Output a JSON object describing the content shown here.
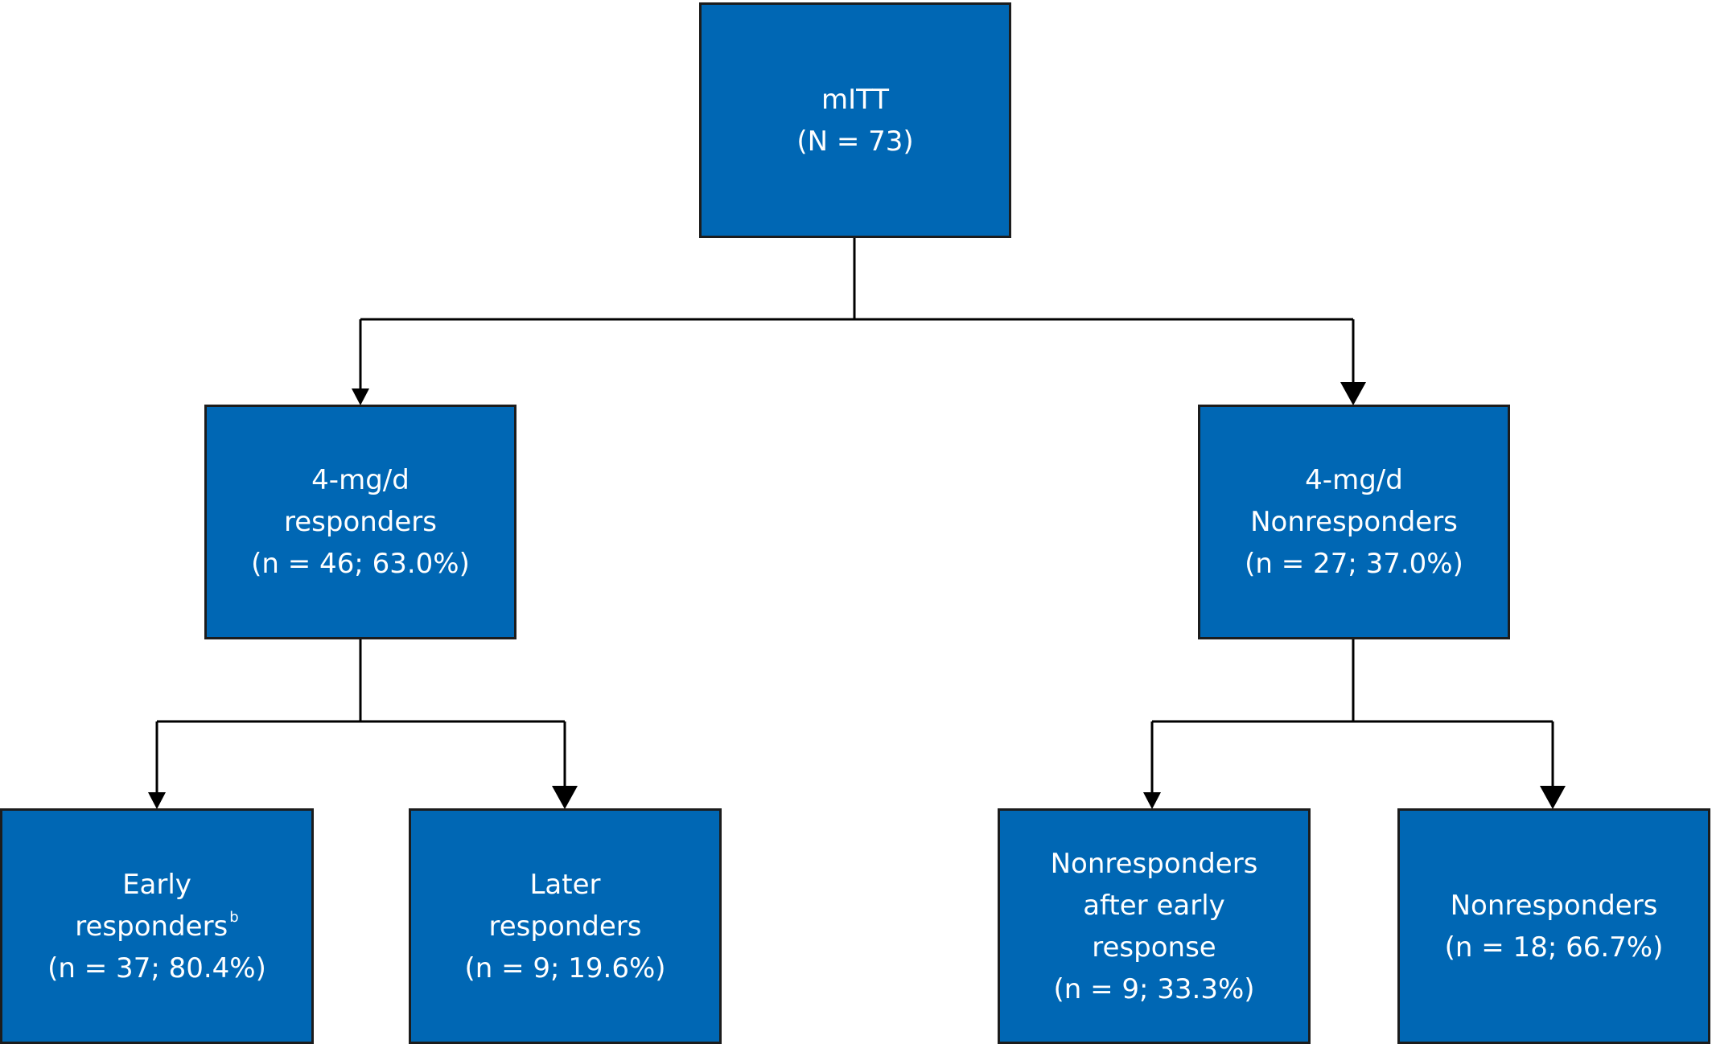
{
  "nodes": {
    "root": {
      "lines": [
        "mITT",
        "(N = 73)"
      ]
    },
    "responders": {
      "lines": [
        "4-mg/d",
        "responders",
        "(n = 46; 63.0%)"
      ]
    },
    "nonresponders": {
      "lines": [
        "4-mg/d",
        "Nonresponders",
        "(n = 27; 37.0%)"
      ]
    },
    "early": {
      "line1": "Early",
      "line2": "responders",
      "line2_sup": "b",
      "line3": "(n = 37; 80.4%)"
    },
    "later": {
      "lines": [
        "Later",
        "responders",
        "(n = 9; 19.6%)"
      ]
    },
    "after_early": {
      "lines": [
        "Nonresponders",
        "after early",
        "response",
        "(n = 9; 33.3%)"
      ]
    },
    "nonresp_final": {
      "lines": [
        "Nonresponders",
        "(n = 18; 66.7%)"
      ]
    }
  },
  "colors": {
    "box_fill": "#0067b4",
    "border": "#1c1c1c",
    "text": "#ffffff",
    "line": "#000000"
  }
}
